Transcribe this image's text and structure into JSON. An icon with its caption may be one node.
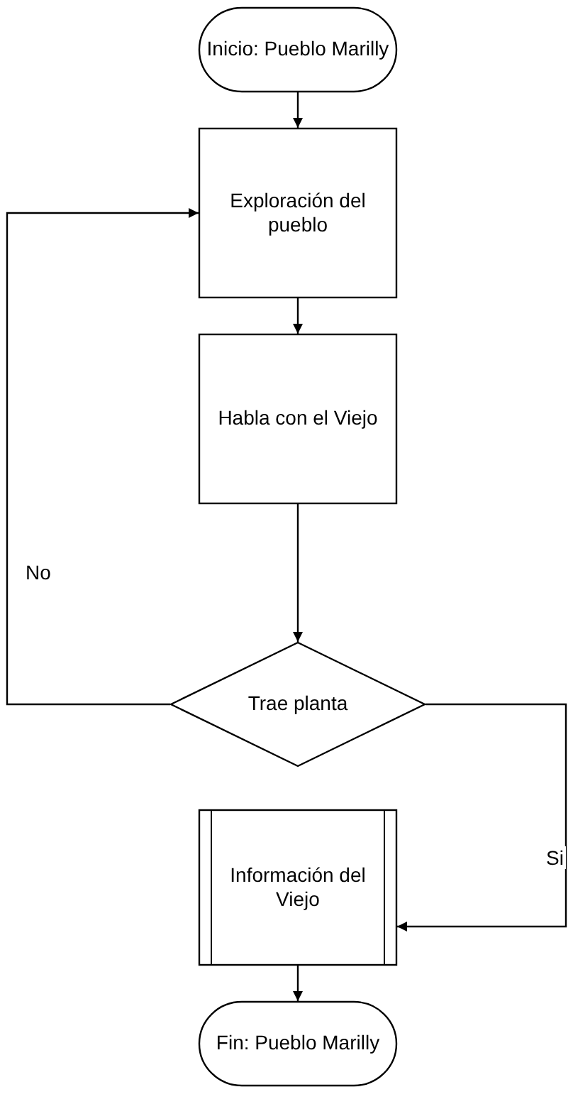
{
  "diagram": {
    "nodes": [
      {
        "text": [
          "Inicio: Pueblo Marilly"
        ]
      },
      {
        "text": [
          "Exploración del pueblo"
        ]
      },
      {
        "text": [
          "Habla con el Viejo"
        ]
      },
      {
        "text": [
          "Trae planta"
        ]
      },
      {
        "text": [
          "Información del Viejo"
        ]
      },
      {
        "text": [
          "Fin: Pueblo Marilly"
        ]
      }
    ],
    "edges": [
      {
        "from": 0,
        "to": 1,
        "arrow": "to"
      },
      {
        "from": 1,
        "to": 2,
        "arrow": "to"
      },
      {
        "from": 2,
        "to": 3,
        "arrow": "to"
      },
      {
        "from": 3,
        "to": 1,
        "arrow": "to",
        "label": "No"
      },
      {
        "from": 3,
        "to": 4,
        "arrow": "to",
        "label": "Si"
      },
      {
        "from": 4,
        "to": 5,
        "arrow": "to"
      }
    ]
  }
}
